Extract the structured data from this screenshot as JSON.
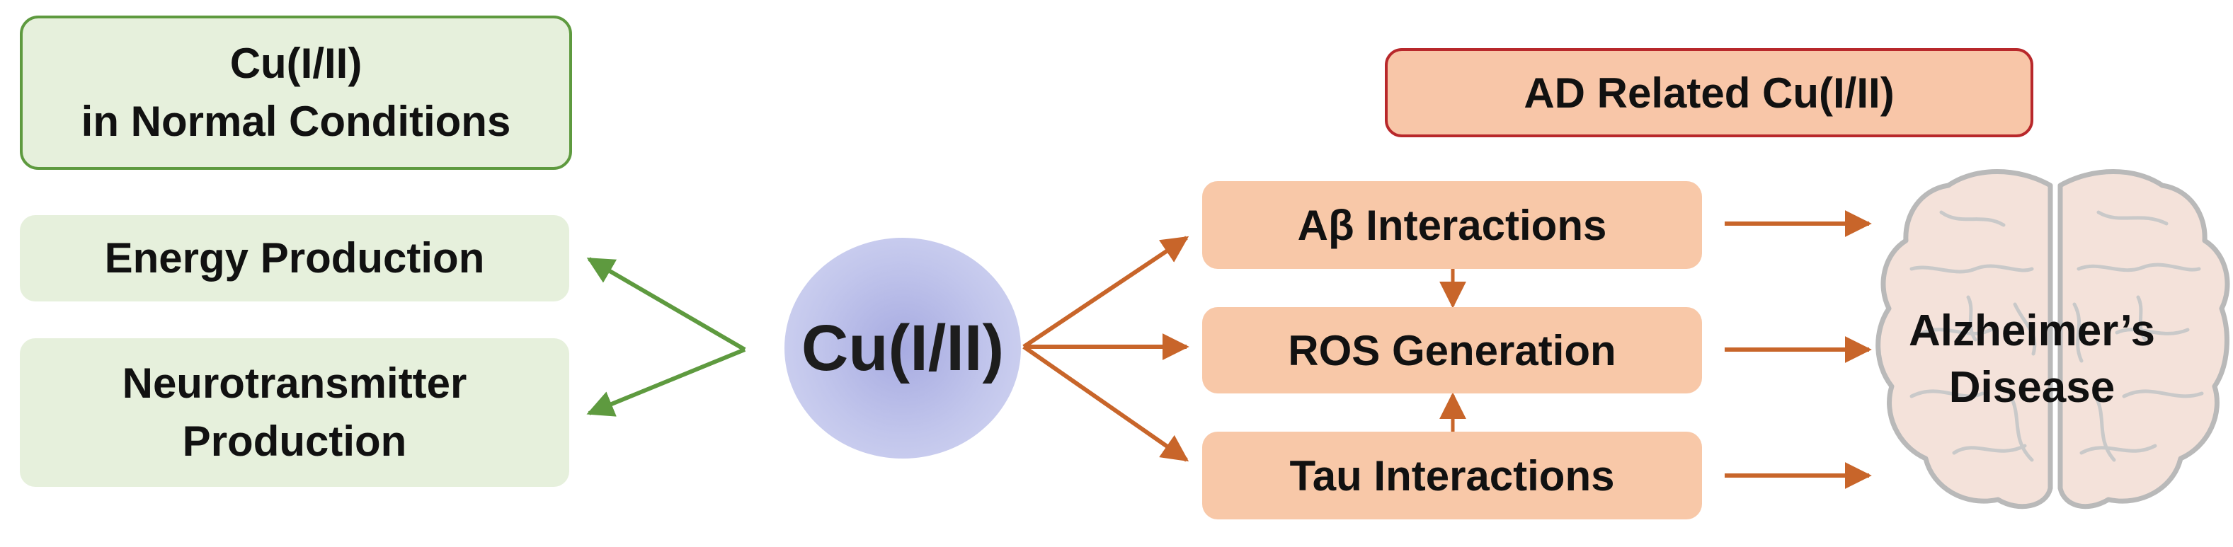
{
  "normal": {
    "title_line1": "Cu(I/II)",
    "title_line2": "in Normal Conditions",
    "energy": "Energy Production",
    "neuro_line1": "Neurotransmitter",
    "neuro_line2": "Production"
  },
  "center": {
    "label": "Cu(I/II)"
  },
  "ad": {
    "title": "AD Related Cu(I/II)",
    "abeta": "Aβ Interactions",
    "ros": "ROS Generation",
    "tau": "Tau Interactions"
  },
  "brain": {
    "line1": "Alzheimer’s",
    "line2": "Disease"
  },
  "colors": {
    "green": "#5e9a3f",
    "orange": "#c8652a",
    "title_border": "#b8282b"
  }
}
